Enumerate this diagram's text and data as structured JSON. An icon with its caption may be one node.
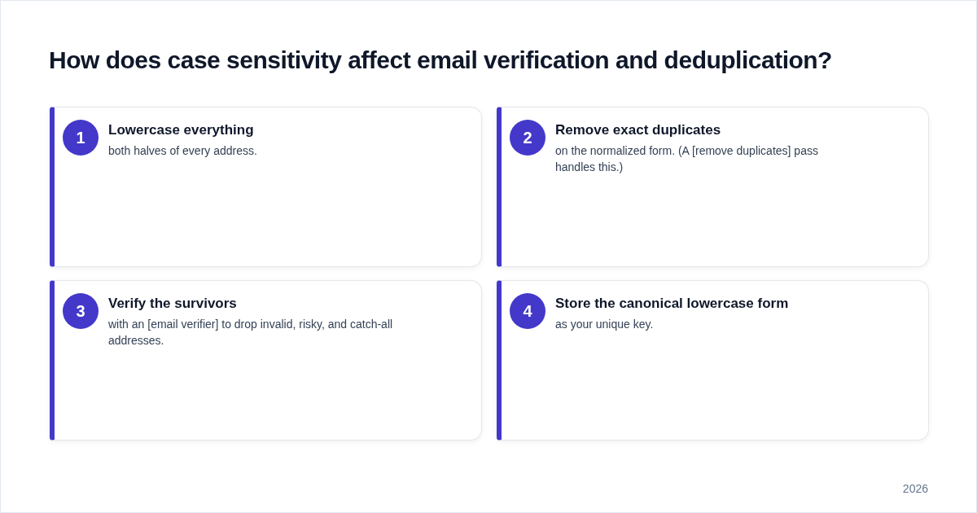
{
  "diagram": {
    "title": "How does case sensitivity affect email verification and deduplication?",
    "nodes": [
      {
        "text": [
          "Lowercase everything",
          "both halves of every address."
        ]
      },
      {
        "text": [
          "1"
        ],
        "in": 0
      },
      {
        "text": [
          "Remove exact duplicates",
          "on the normalized form. (A [remove duplicates] pass handles this.)"
        ]
      },
      {
        "text": [
          "2"
        ],
        "in": 2
      },
      {
        "text": [
          "Verify the survivors",
          "with an [email verifier] to drop invalid, risky, and catch-all addresses."
        ]
      },
      {
        "text": [
          "3"
        ],
        "in": 4
      },
      {
        "text": [
          "Store the canonical lowercase form",
          "as your unique key."
        ]
      },
      {
        "text": [
          "4"
        ],
        "in": 6
      }
    ],
    "labels": [
      "2026"
    ]
  }
}
